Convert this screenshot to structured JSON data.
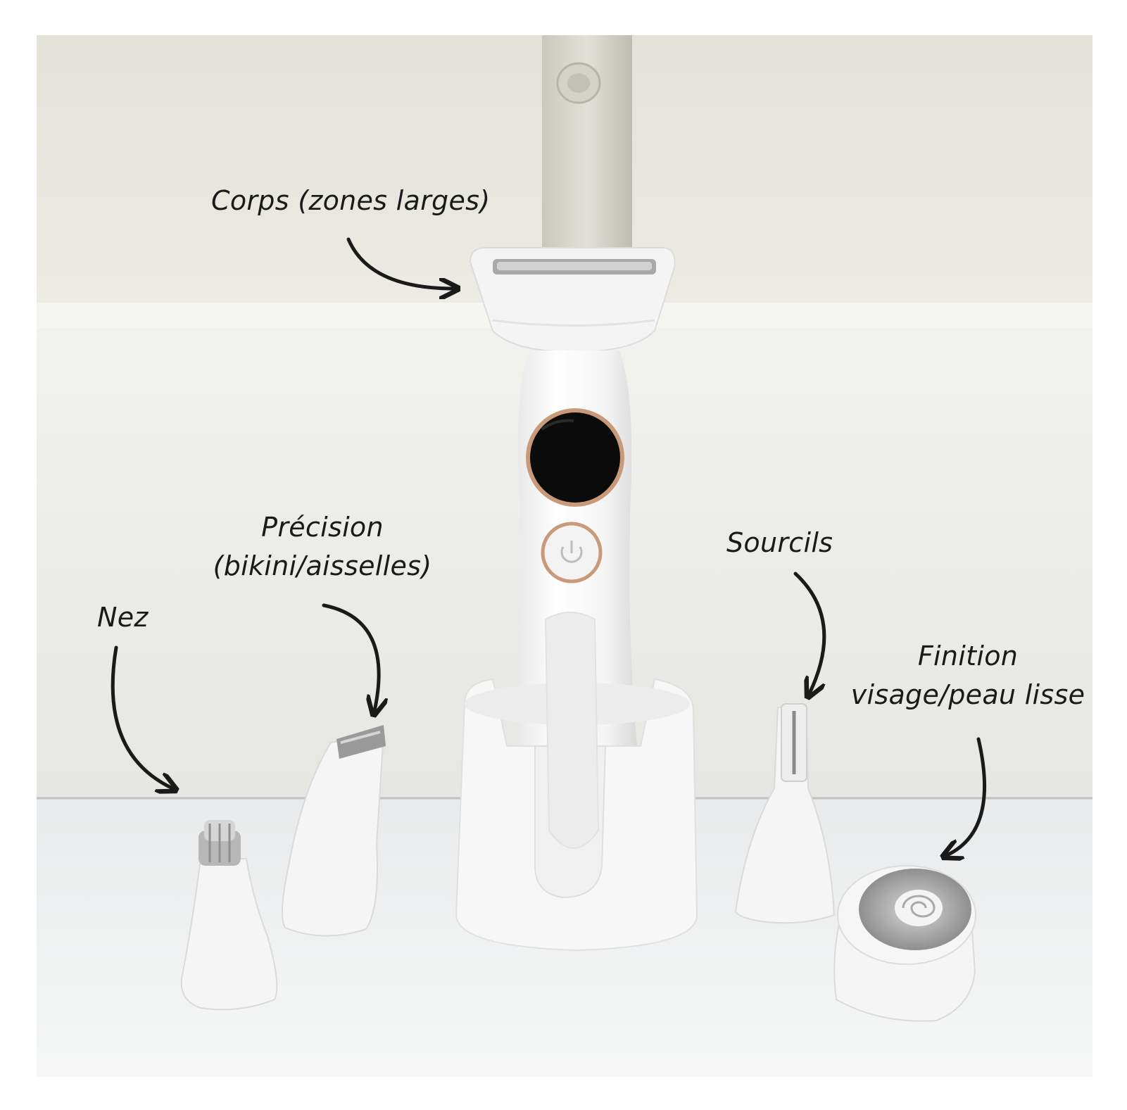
{
  "labels": {
    "corps": "Corps (zones larges)",
    "precision_line1": "Précision",
    "precision_line2": "(bikini/aisselles)",
    "nez": "Nez",
    "sourcils": "Sourcils",
    "finition_line1": "Finition",
    "finition_line2": "visage/peau lisse"
  },
  "colors": {
    "wall": "#e9e8e0",
    "counter": "#f2f3f3",
    "device": "#fafafa",
    "display": "#0b0b0b",
    "accent_rose_gold": "#c89a7a",
    "blade": "#9a9a9a",
    "arrow": "#1a1a1a"
  }
}
